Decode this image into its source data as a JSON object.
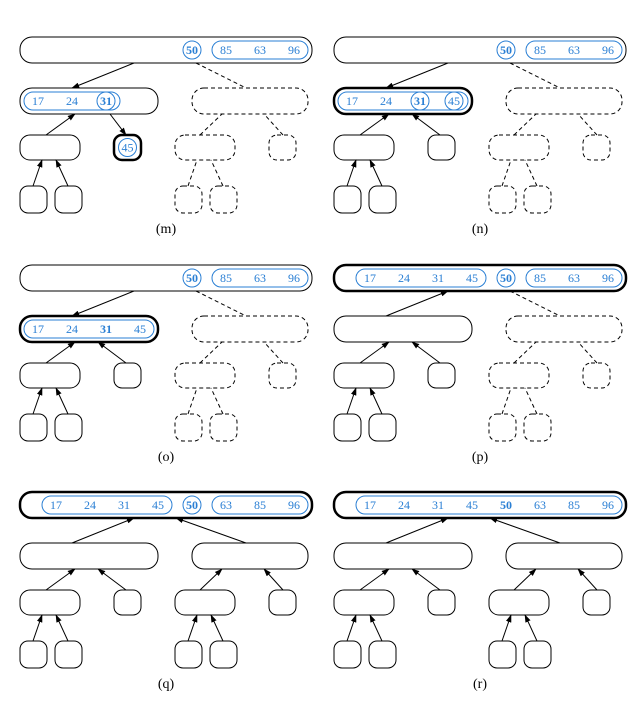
{
  "colors": {
    "number": "#2a7fd4",
    "stroke": "#000000",
    "background": "#ffffff"
  },
  "icons": {
    "arrow": "arrowhead",
    "box": "rounded-rectangle",
    "pivot": "circle-outline"
  },
  "panels": [
    {
      "caption": "(m)",
      "root": {
        "groups": [
          {
            "values": [
              {
                "t": "50",
                "c": true,
                "b": true
              }
            ]
          },
          {
            "values": [
              {
                "t": "85"
              },
              {
                "t": "63"
              },
              {
                "t": "96"
              }
            ]
          }
        ]
      },
      "left": {
        "state": "normal",
        "groups": [
          {
            "values": [
              {
                "t": "17"
              },
              {
                "t": "24"
              },
              {
                "t": "31",
                "c": true,
                "b": true
              }
            ]
          }
        ]
      },
      "right": {
        "state": "dashed"
      },
      "left_left": {
        "state": "normal"
      },
      "left_right": {
        "state": "thick",
        "groups": [
          {
            "values": [
              {
                "t": "45",
                "c": true
              }
            ]
          }
        ]
      },
      "right_left": {
        "state": "dashed"
      },
      "right_right": {
        "state": "dashed"
      },
      "leaf_a": {
        "state": "normal"
      },
      "leaf_b": {
        "state": "normal"
      },
      "leaf_c": {
        "state": "dashed"
      },
      "leaf_d": {
        "state": "dashed"
      },
      "edges": {
        "root_left": "arrow",
        "root_right": "dashed",
        "left_left": "arrow",
        "left_right": "down"
      }
    },
    {
      "caption": "(n)",
      "root": {
        "groups": [
          {
            "values": [
              {
                "t": "50",
                "c": true,
                "b": true
              }
            ]
          },
          {
            "values": [
              {
                "t": "85"
              },
              {
                "t": "63"
              },
              {
                "t": "96"
              }
            ]
          }
        ]
      },
      "left": {
        "state": "thick",
        "groups": [
          {
            "values": [
              {
                "t": "17"
              },
              {
                "t": "24"
              },
              {
                "t": "31",
                "c": true,
                "b": true
              },
              {
                "t": "45",
                "c": true
              }
            ]
          }
        ]
      },
      "right": {
        "state": "dashed"
      },
      "left_left": {
        "state": "normal"
      },
      "left_right": {
        "state": "normal"
      },
      "right_left": {
        "state": "dashed"
      },
      "right_right": {
        "state": "dashed"
      },
      "leaf_a": {
        "state": "normal"
      },
      "leaf_b": {
        "state": "normal"
      },
      "leaf_c": {
        "state": "dashed"
      },
      "leaf_d": {
        "state": "dashed"
      },
      "edges": {
        "root_left": "arrow",
        "root_right": "dashed",
        "left_left": "arrow",
        "left_right": "arrow"
      }
    },
    {
      "caption": "(o)",
      "root": {
        "groups": [
          {
            "values": [
              {
                "t": "50",
                "c": true,
                "b": true
              }
            ]
          },
          {
            "values": [
              {
                "t": "85"
              },
              {
                "t": "63"
              },
              {
                "t": "96"
              }
            ]
          }
        ]
      },
      "left": {
        "state": "thick",
        "groups": [
          {
            "values": [
              {
                "t": "17"
              },
              {
                "t": "24"
              },
              {
                "t": "31",
                "b": true
              },
              {
                "t": "45"
              }
            ]
          }
        ]
      },
      "right": {
        "state": "dashed"
      },
      "left_left": {
        "state": "normal"
      },
      "left_right": {
        "state": "normal"
      },
      "right_left": {
        "state": "dashed"
      },
      "right_right": {
        "state": "dashed"
      },
      "leaf_a": {
        "state": "normal"
      },
      "leaf_b": {
        "state": "normal"
      },
      "leaf_c": {
        "state": "dashed"
      },
      "leaf_d": {
        "state": "dashed"
      },
      "edges": {
        "root_left": "arrow",
        "root_right": "dashed",
        "left_left": "arrow",
        "left_right": "arrow"
      }
    },
    {
      "caption": "(p)",
      "root": {
        "groups": [
          {
            "values": [
              {
                "t": "17"
              },
              {
                "t": "24"
              },
              {
                "t": "31"
              },
              {
                "t": "45"
              }
            ]
          },
          {
            "values": [
              {
                "t": "50",
                "c": true,
                "b": true
              }
            ]
          },
          {
            "values": [
              {
                "t": "85"
              },
              {
                "t": "63"
              },
              {
                "t": "96"
              }
            ]
          }
        ]
      },
      "left": {
        "state": "normal"
      },
      "right": {
        "state": "dashed"
      },
      "left_left": {
        "state": "normal"
      },
      "left_right": {
        "state": "normal"
      },
      "right_left": {
        "state": "dashed"
      },
      "right_right": {
        "state": "dashed"
      },
      "leaf_a": {
        "state": "normal"
      },
      "leaf_b": {
        "state": "normal"
      },
      "leaf_c": {
        "state": "dashed"
      },
      "leaf_d": {
        "state": "dashed"
      },
      "edges": {
        "root_left": "up",
        "root_right": "dashed",
        "left_left": "arrow",
        "left_right": "arrow"
      }
    },
    {
      "caption": "(q)",
      "root": {
        "groups": [
          {
            "values": [
              {
                "t": "17"
              },
              {
                "t": "24"
              },
              {
                "t": "31"
              },
              {
                "t": "45"
              }
            ]
          },
          {
            "values": [
              {
                "t": "50",
                "c": true,
                "b": true
              }
            ]
          },
          {
            "values": [
              {
                "t": "63"
              },
              {
                "t": "85"
              },
              {
                "t": "96"
              }
            ]
          }
        ]
      },
      "left": {
        "state": "normal"
      },
      "right": {
        "state": "normal"
      },
      "left_left": {
        "state": "normal"
      },
      "left_right": {
        "state": "normal"
      },
      "right_left": {
        "state": "normal"
      },
      "right_right": {
        "state": "normal"
      },
      "leaf_a": {
        "state": "normal"
      },
      "leaf_b": {
        "state": "normal"
      },
      "leaf_c": {
        "state": "normal"
      },
      "leaf_d": {
        "state": "normal"
      },
      "edges": {
        "root_left": "up",
        "root_right": "up",
        "left_left": "arrow",
        "left_right": "arrow"
      }
    },
    {
      "caption": "(r)",
      "root": {
        "groups": [
          {
            "values": [
              {
                "t": "17"
              },
              {
                "t": "24"
              },
              {
                "t": "31"
              },
              {
                "t": "45"
              },
              {
                "t": "50",
                "b": true
              },
              {
                "t": "63"
              },
              {
                "t": "85"
              },
              {
                "t": "96"
              }
            ]
          }
        ]
      },
      "left": {
        "state": "normal"
      },
      "right": {
        "state": "normal"
      },
      "left_left": {
        "state": "normal"
      },
      "left_right": {
        "state": "normal"
      },
      "right_left": {
        "state": "normal"
      },
      "right_right": {
        "state": "normal"
      },
      "leaf_a": {
        "state": "normal"
      },
      "leaf_b": {
        "state": "normal"
      },
      "leaf_c": {
        "state": "normal"
      },
      "leaf_d": {
        "state": "normal"
      },
      "edges": {
        "root_left": "up",
        "root_right": "up",
        "left_left": "arrow",
        "left_right": "arrow"
      }
    }
  ]
}
